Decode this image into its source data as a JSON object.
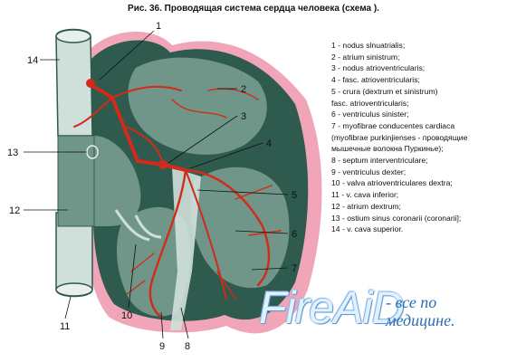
{
  "caption": "Рис. 36. Проводящая система сердца человека (схема ).",
  "diagram_labels": [
    "1",
    "2",
    "3",
    "4",
    "5",
    "6",
    "7",
    "8",
    "9",
    "10",
    "11",
    "12",
    "13",
    "14"
  ],
  "legend": [
    "1 - nodus slnuatrialis;",
    "2 - atrium sinistrum;",
    "3 - nodus atrioventricularis;",
    "4 - fasc. atrioventricularis;",
    "5 - crura (dextrum et sinistrum)",
    "fasc. atrioventricularis;",
    "6 - ventriculus sinister;",
    "7 - myofibrae conducentes cardiaca",
    "(myofibrae purkinjienses - проводящие",
    "мышечные волокна Пуркинье);",
    "8 - septum interventriculare;",
    "9 - ventriculus dexter;",
    "10 - valva atrioventriculares dextra;",
    "11 - v. cava inferior;",
    "12 - atrium dextrum;",
    "13 - ostium sinus coronarii (coronarii];",
    "14 - v. cava superior."
  ],
  "watermark": {
    "logo": "FireAiD",
    "tagline": "- все по медицине."
  },
  "colors": {
    "myocardium": "#2f5a4e",
    "chamber": "#6f9688",
    "vessel": "#cfe0da",
    "epicardium": "#f0a6b8",
    "conduction": "#d42a1a"
  }
}
